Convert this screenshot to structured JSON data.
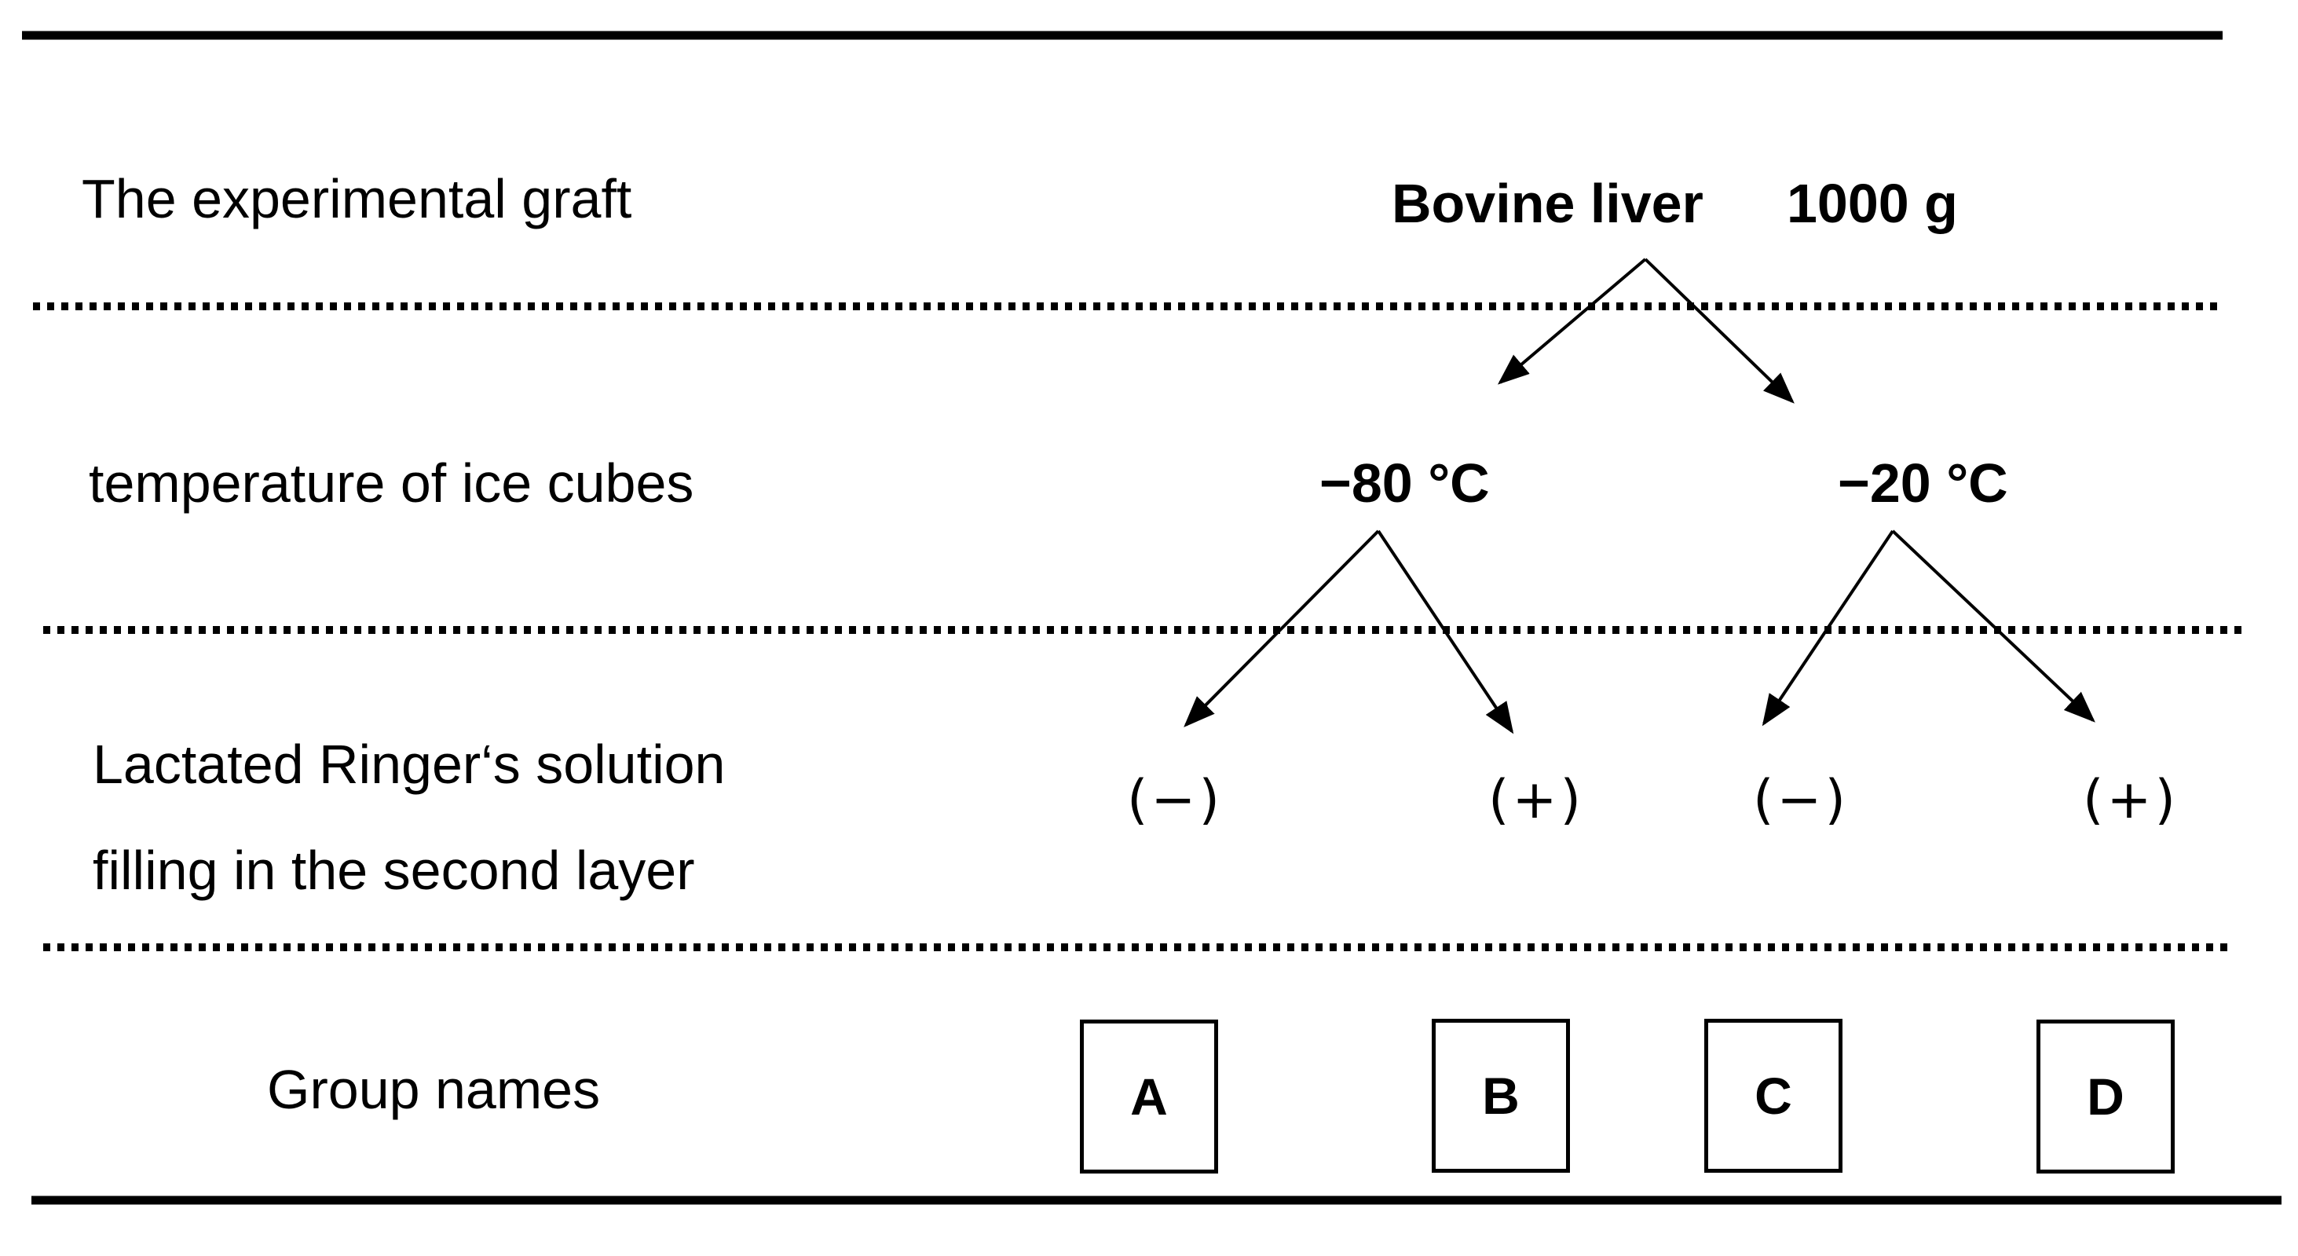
{
  "graft": {
    "label": "The experimental graft",
    "name": "Bovine liver",
    "mass": "1000 g"
  },
  "temperature": {
    "label": "temperature of ice cubes",
    "options": [
      "−80 °C",
      "−20 °C"
    ]
  },
  "ringer": {
    "label_line1": "Lactated Ringer‘s solution",
    "label_line2": "filling in the second layer",
    "signs": [
      "(−)",
      "(+)",
      "(−)",
      "(+)"
    ]
  },
  "groups": {
    "label": "Group names",
    "names": [
      "A",
      "B",
      "C",
      "D"
    ]
  }
}
